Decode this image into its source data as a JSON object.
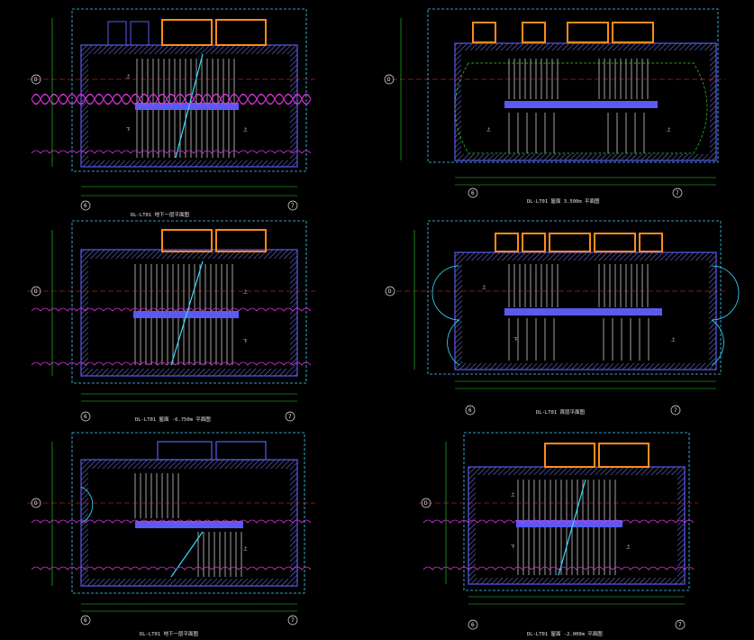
{
  "colors": {
    "background": "#000000",
    "wall": "#5a5af0",
    "hatch": "#8a8aff",
    "stair_lines": "#e6e6e6",
    "handrail": "#33e0ff",
    "dimension": "#27d927",
    "revision_cloud": "#e236e2",
    "axis_line": "#ff2a2a",
    "light_well": "#ff8c1a",
    "border_dash": "#3fd0ff",
    "text": "#e8e8e8"
  },
  "axis_labels": {
    "left": "6",
    "right": "7",
    "row": "D"
  },
  "stair_symbols": {
    "up": "上",
    "down": "下"
  },
  "panels": [
    {
      "id": "p1",
      "title": "DL-LT01 地下一层平面图"
    },
    {
      "id": "p2",
      "title": "DL-LT01 屋面 3.500m 平面图"
    },
    {
      "id": "p3",
      "title": "DL-LT01 屋面 -6.750m 平面图"
    },
    {
      "id": "p4",
      "title": "DL-LT01 首层平面图"
    },
    {
      "id": "p5",
      "title": "DL-LT01 地下一层平面图"
    },
    {
      "id": "p6",
      "title": "DL-LT01 屋面 -2.000m 平面图"
    }
  ]
}
